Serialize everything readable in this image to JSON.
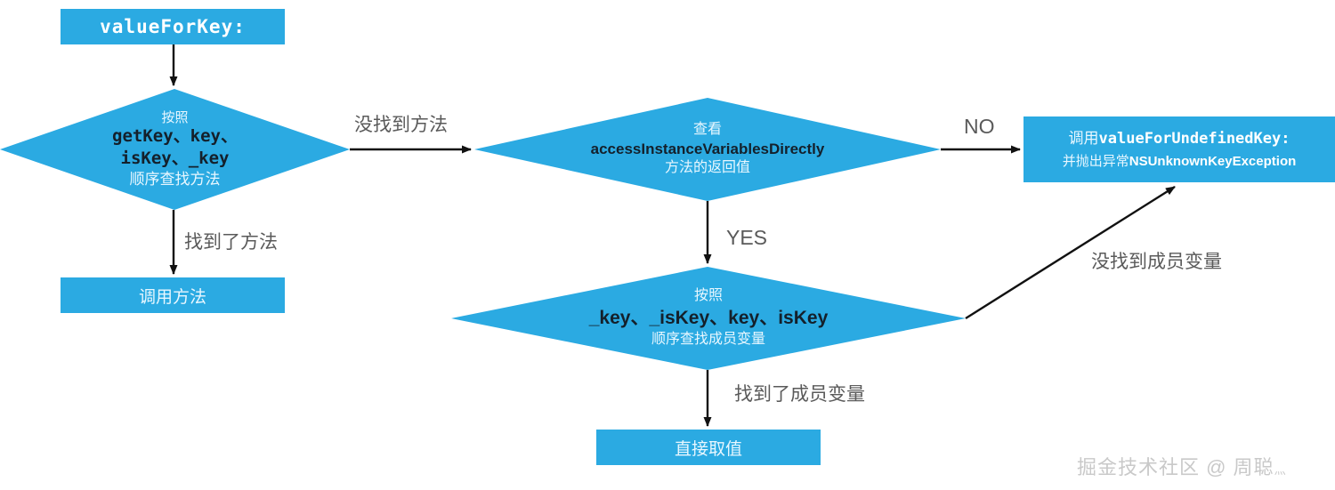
{
  "meta": {
    "title": "valueForKey: KVO/KVC lookup flowchart",
    "accent_color": "#29ABE2",
    "node_fill": "#2BAAE2",
    "edge_color": "#111111",
    "edge_label_color": "#5a5a5a",
    "light_text": "#e8f7ff",
    "dark_text": "#14202b",
    "background": "#ffffff"
  },
  "nodes": {
    "start": {
      "shape": "rectangle",
      "label": "valueForKey:"
    },
    "find_method": {
      "shape": "diamond",
      "line1": "按照",
      "line2": "getKey、key、",
      "line3": "isKey、_key",
      "line4": "顺序查找方法"
    },
    "call_method": {
      "shape": "rectangle",
      "label": "调用方法"
    },
    "check_access": {
      "shape": "diamond",
      "line1": "查看",
      "line2": "accessInstanceVariablesDirectly",
      "line3": "方法的返回值"
    },
    "find_ivar": {
      "shape": "diamond",
      "line1": "按照",
      "line2": "_key、_isKey、key、isKey",
      "line3": "顺序查找成员变量"
    },
    "direct_value": {
      "shape": "rectangle",
      "label": "直接取值"
    },
    "undefined_key": {
      "shape": "rectangle",
      "line1": "调用valueForUndefinedKey:",
      "line1_cn": "调用",
      "line1_code": "valueForUndefinedKey:",
      "line2": "并抛出异常NSUnknownKeyException",
      "line2_cn": "并抛出异常",
      "line2_code": "NSUnknownKeyException"
    }
  },
  "edges": [
    {
      "id": "start-to-find-method",
      "label": ""
    },
    {
      "id": "find-method-no",
      "label": "没找到方法"
    },
    {
      "id": "find-method-yes",
      "label": "找到了方法"
    },
    {
      "id": "check-access-no",
      "label": "NO"
    },
    {
      "id": "check-access-yes",
      "label": "YES"
    },
    {
      "id": "find-ivar-no",
      "label": "没找到成员变量"
    },
    {
      "id": "find-ivar-yes",
      "label": "找到了成员变量"
    }
  ],
  "edge_labels": {
    "no_method_found": "没找到方法",
    "method_found": "找到了方法",
    "no": "NO",
    "yes": "YES",
    "no_ivar_found": "没找到成员变量",
    "ivar_found": "找到了成员变量"
  },
  "watermark": {
    "text": "掘金技术社区 @ 周聪",
    "suffix": "灬"
  }
}
